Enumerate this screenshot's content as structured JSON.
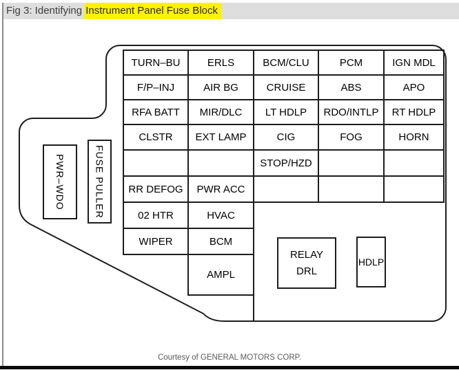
{
  "header": {
    "title_prefix": "Fig 3: Identifying ",
    "title_highlight": "Instrument Panel Fuse Block"
  },
  "diagram": {
    "grid": {
      "rows": [
        [
          "TURN–BU",
          "ERLS",
          "BCM/CLU",
          "PCM",
          "IGN MDL"
        ],
        [
          "F/P–INJ",
          "AIR BG",
          "CRUISE",
          "ABS",
          "APO"
        ],
        [
          "RFA BATT",
          "MIR/DLC",
          "LT HDLP",
          "RDO/INTLP",
          "RT HDLP"
        ],
        [
          "CLSTR",
          "EXT LAMP",
          "CIG",
          "FOG",
          "HORN"
        ],
        [
          "",
          "",
          "STOP/HZD",
          "",
          ""
        ],
        [
          "RR DEFOG",
          "PWR ACC",
          "",
          "",
          ""
        ],
        [
          "02 HTR",
          "HVAC"
        ],
        [
          "WIPER",
          "BCM"
        ],
        [
          null,
          "AMPL"
        ]
      ]
    },
    "pwr_wdo_label": "PWR–WDO",
    "fuse_puller_label": "FUSE PULLER",
    "relay_drl_lines": [
      "RELAY",
      "DRL"
    ],
    "hdlp_label": "HDLP"
  },
  "footer": {
    "caption": "Courtesy of GENERAL MOTORS CORP."
  },
  "colors": {
    "highlight": "#fff200",
    "band": "#dedede",
    "line": "#1c1c1c",
    "caption_text": "#595959",
    "title_text": "#3d3d3d"
  }
}
